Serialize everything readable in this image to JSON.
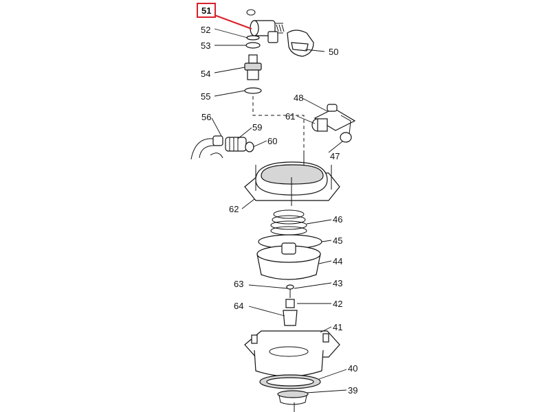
{
  "highlight_color": "#d8202a",
  "callouts": {
    "c51": "51",
    "c52": "52",
    "c53": "53",
    "c50": "50",
    "c54": "54",
    "c55": "55",
    "c48": "48",
    "c61": "61",
    "c56": "56",
    "c59": "59",
    "c60": "60",
    "c47": "47",
    "c62": "62",
    "c46": "46",
    "c45": "45",
    "c44": "44",
    "c63": "63",
    "c43": "43",
    "c64": "64",
    "c42": "42",
    "c41": "41",
    "c40": "40",
    "c39": "39"
  }
}
